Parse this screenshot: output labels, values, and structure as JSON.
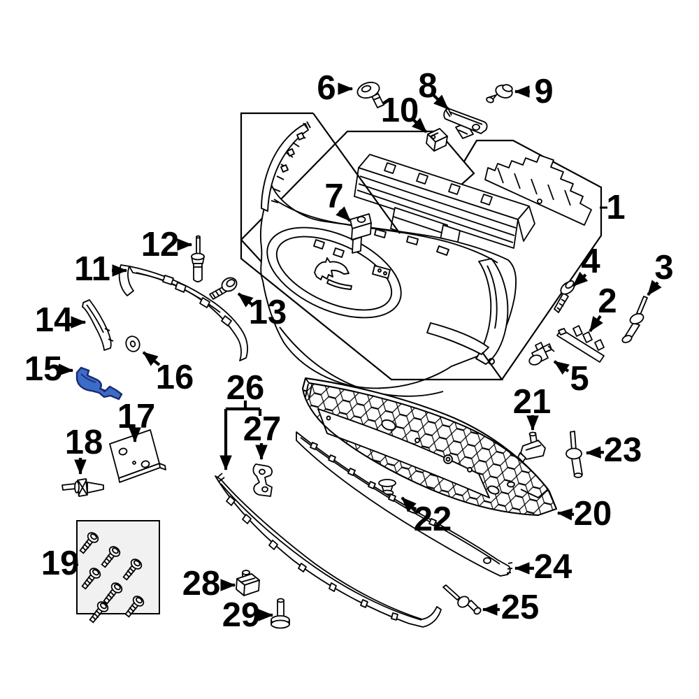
{
  "diagram": {
    "type": "exploded-parts-diagram",
    "subject": "front-bumper-assembly",
    "background_color": "#ffffff",
    "line_color": "#000000",
    "highlight_color": "#3b6cc7",
    "highlighted_callout": "15",
    "fastener_box_fill": "#f1f1f1",
    "callouts": {
      "c1": "1",
      "c2": "2",
      "c3": "3",
      "c4": "4",
      "c5": "5",
      "c6": "6",
      "c7": "7",
      "c8": "8",
      "c9": "9",
      "c10": "10",
      "c11": "11",
      "c12": "12",
      "c13": "13",
      "c14": "14",
      "c15": "15",
      "c16": "16",
      "c17": "17",
      "c18": "18",
      "c19": "19",
      "c20": "20",
      "c21": "21",
      "c22": "22",
      "c23": "23",
      "c24": "24",
      "c25": "25",
      "c26": "26",
      "c27": "27",
      "c28": "28",
      "c29": "29"
    }
  }
}
